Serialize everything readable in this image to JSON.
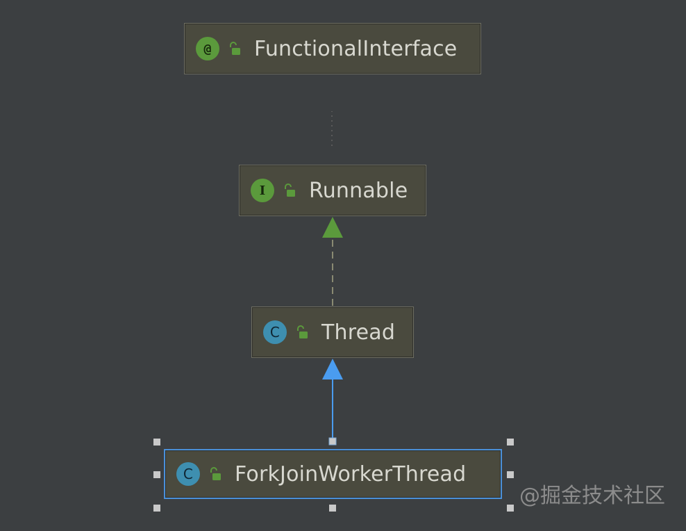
{
  "diagram": {
    "nodes": [
      {
        "id": "functional-interface",
        "kind": "annotation",
        "badge": "@",
        "label": "FunctionalInterface",
        "selected": false
      },
      {
        "id": "runnable",
        "kind": "interface",
        "badge": "I",
        "label": "Runnable",
        "selected": false
      },
      {
        "id": "thread",
        "kind": "class",
        "badge": "C",
        "label": "Thread",
        "selected": false
      },
      {
        "id": "forkjoin-worker-thread",
        "kind": "class",
        "badge": "C",
        "label": "ForkJoinWorkerThread",
        "selected": true
      }
    ],
    "edges": [
      {
        "from": "runnable",
        "to": "functional-interface",
        "relation": "annotated-by",
        "style": "dotted"
      },
      {
        "from": "thread",
        "to": "runnable",
        "relation": "implements",
        "style": "dashed",
        "color": "#5b9a3c"
      },
      {
        "from": "forkjoin-worker-thread",
        "to": "thread",
        "relation": "extends",
        "style": "solid",
        "color": "#4a9cf0"
      }
    ]
  },
  "colors": {
    "background": "#3c3f41",
    "node_fill": "#4a4a3e",
    "annotation_badge": "#5b9a3c",
    "interface_badge": "#5b9a3c",
    "class_badge": "#3e8fb0",
    "implements_arrow": "#5b9a3c",
    "extends_arrow": "#4a9cf0",
    "selection": "#4a90d9"
  },
  "watermark": "@掘金技术社区"
}
